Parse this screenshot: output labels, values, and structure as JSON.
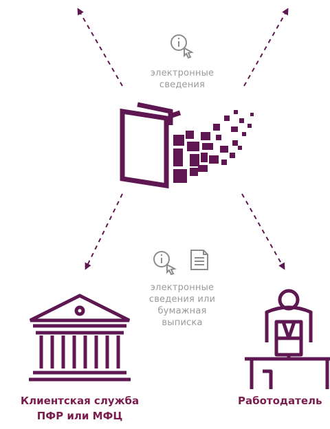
{
  "top_caption": {
    "line1": "электронные",
    "line2": "сведения"
  },
  "middle_caption": {
    "line1": "электронные",
    "line2": "сведения или",
    "line3": "бумажная",
    "line4": "выписка"
  },
  "left_target": {
    "line1": "Клиентская служба",
    "line2": "ПФР или МФЦ"
  },
  "right_target": {
    "label": "Работодатель"
  },
  "colors": {
    "primary": "#5e1751",
    "accent": "#7a1d4f",
    "muted": "#9a9a9a"
  },
  "icons": [
    "info-cursor-icon",
    "document-icon",
    "book-qr-icon",
    "bank-building-icon",
    "employer-desk-icon"
  ]
}
